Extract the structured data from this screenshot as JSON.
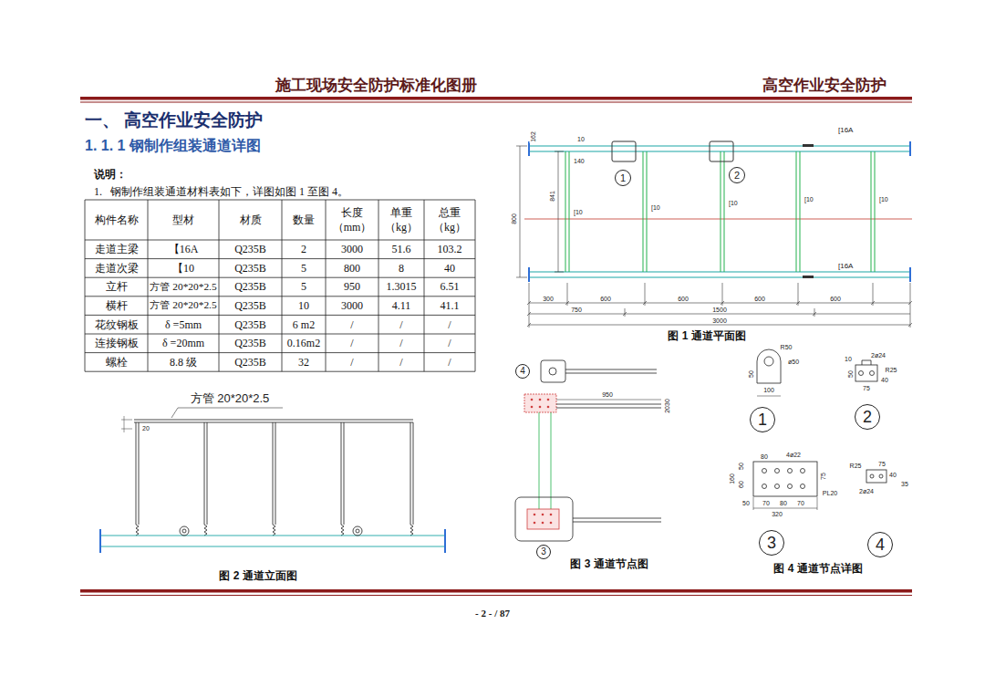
{
  "diagram": {
    "title": "一、 高空作业安全防护",
    "nodes": [
      {
        "text": [
          "1"
        ]
      },
      {
        "text": [
          "2"
        ]
      },
      {
        "text": [
          "4"
        ]
      },
      {
        "text": [
          "3"
        ]
      },
      {
        "text": [
          "1"
        ]
      },
      {
        "text": [
          "2"
        ]
      },
      {
        "text": [
          "3"
        ]
      },
      {
        "text": [
          "4"
        ]
      }
    ],
    "labels": [
      "施工现场安全防护标准化图册",
      "高空作业安全防护",
      "1. 1. 1 钢制作组装通道详图",
      "说明：",
      "1.   钢制作组装通道材料表如下，详图如图 1 至图 4。",
      "构件名称",
      "型材",
      "材质",
      "数量",
      "长度 （mm）",
      "单重 （kg）",
      "总重 （kg）",
      "走道主梁",
      "【16A",
      "Q235B",
      "2",
      "3000",
      "51.6",
      "103.2",
      "走道次梁",
      "【10",
      "Q235B",
      "5",
      "800",
      "8",
      "40",
      "立杆",
      "方管 20*20*2.5",
      "Q235B",
      "5",
      "950",
      "1.3015",
      "6.51",
      "横杆",
      "方管 20*20*2.5",
      "Q235B",
      "10",
      "3000",
      "4.11",
      "41.1",
      "花纹钢板",
      "δ =5mm",
      "Q235B",
      "6 m2",
      "/",
      "/",
      "/",
      "连接钢板",
      "δ =20mm",
      "Q235B",
      "0.16m2",
      "/",
      "/",
      "/",
      "螺栓",
      "8.8 级",
      "Q235B",
      "32",
      "/",
      "/",
      "/",
      "162",
      "10",
      "140",
      "[16A",
      "[10",
      "[10",
      "[10",
      "[10",
      "[10",
      "[16A",
      "800",
      "841",
      "300",
      "600",
      "600",
      "600",
      "600",
      "750",
      "1500",
      "3000",
      "图 1 通道平面图",
      "950",
      "2030",
      "图 3 通道节点图",
      "R50",
      "ø50",
      "50",
      "100",
      "10",
      "2ø24",
      "R25",
      "50",
      "40",
      "75",
      "50",
      "80",
      "4ø22",
      "60",
      "160",
      "75",
      "PL20",
      "50",
      "70",
      "80",
      "70",
      "320",
      "75",
      "R25",
      "40",
      "2ø24",
      "35",
      "图 4 通道节点详图",
      "方管 20*20*2.5",
      "20",
      "图 2 通道立面图",
      "- 2 - / 87"
    ]
  }
}
